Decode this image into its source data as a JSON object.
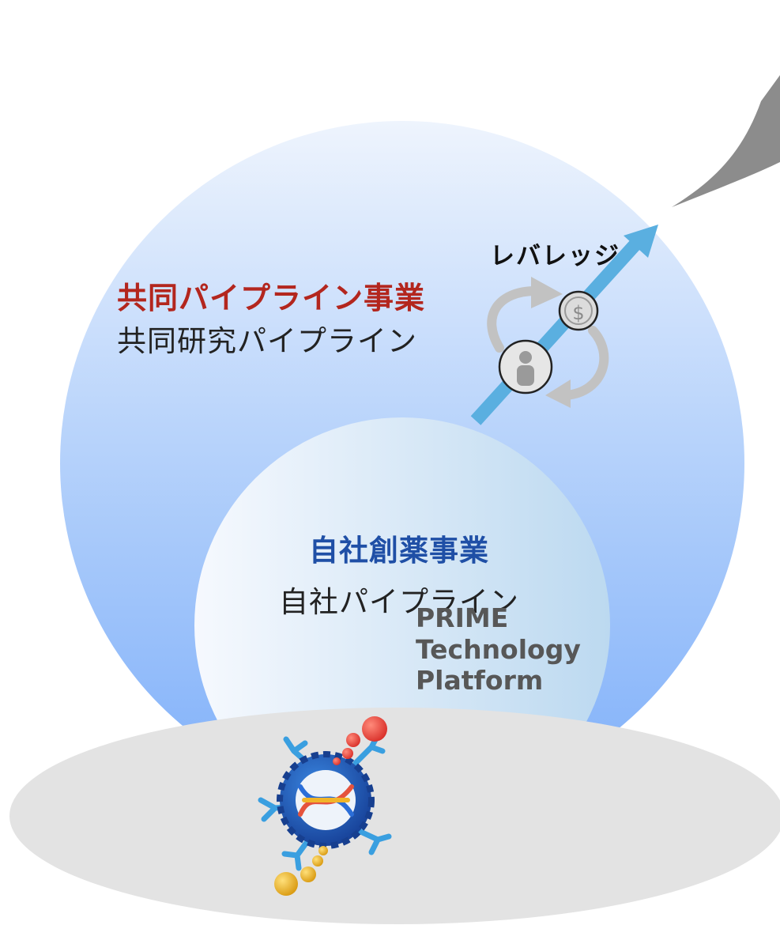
{
  "joint_business": {
    "title": "共同パイプライン事業",
    "subtitle": "共同研究パイプライン"
  },
  "leverage_label": "レバレッジ",
  "inhouse_business": {
    "title": "自社創薬事業",
    "subtitle": "自社パイプライン"
  },
  "platform": {
    "line1": "PRIME",
    "line2": "Technology",
    "line3": "Platform"
  },
  "icons": {
    "person": "person-icon",
    "dollar": "dollar-icon",
    "cycle": "cycle-arrows-icon",
    "growth": "growth-arrow-icon",
    "platform_logo": "prime-platform-logo"
  },
  "colors": {
    "joint_title": "#b3261e",
    "inhouse_title": "#1f4fa6",
    "leverage_arrow": "#5aafe0",
    "platform_text": "#575757"
  }
}
